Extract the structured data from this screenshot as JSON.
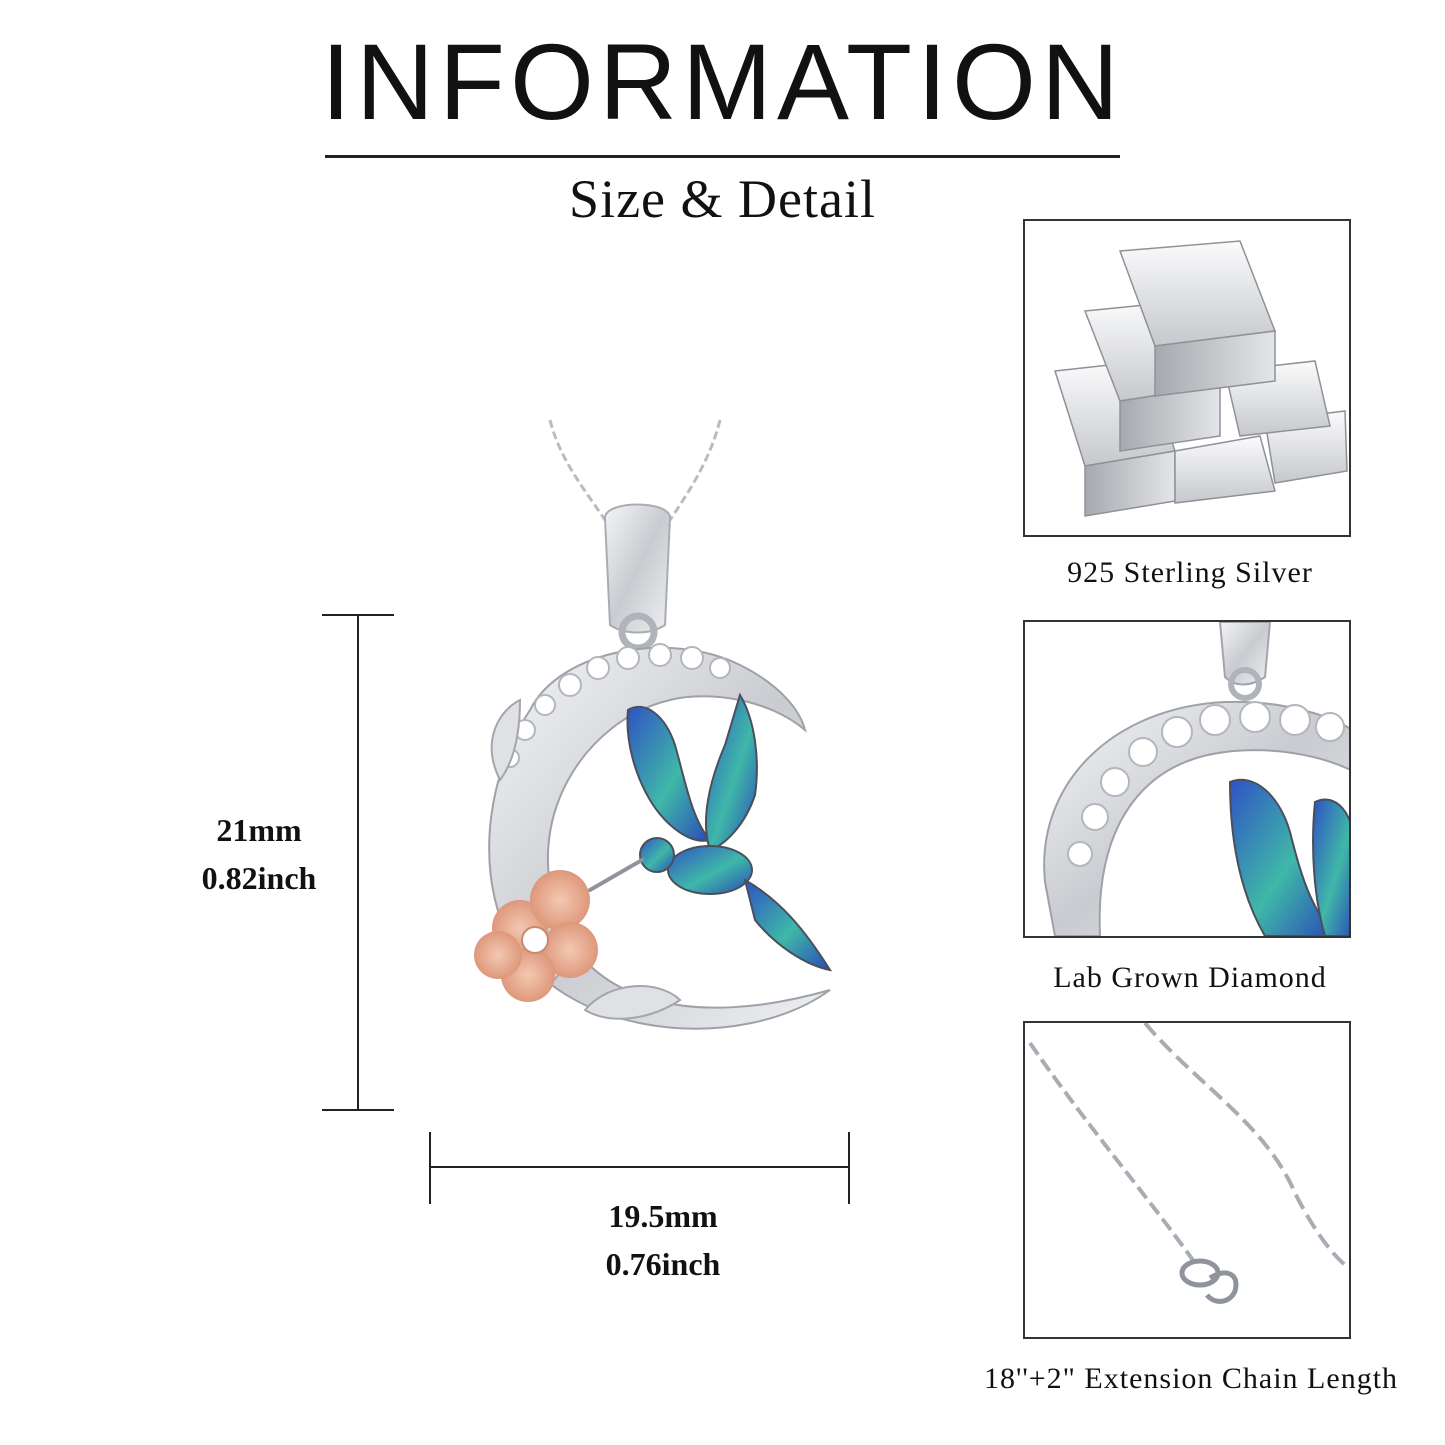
{
  "header": {
    "title": "INFORMATION",
    "subtitle": "Size & Detail"
  },
  "dimensions": {
    "height": {
      "mm": "21mm",
      "inch": "0.82inch"
    },
    "width": {
      "mm": "19.5mm",
      "inch": "0.76inch"
    }
  },
  "details": [
    {
      "caption": "925 Sterling Silver",
      "image": "silver-bars-image"
    },
    {
      "caption": "Lab Grown Diamond",
      "image": "pendant-closeup-image"
    },
    {
      "caption": "18''+2\" Extension Chain Length",
      "image": "chain-closeup-image"
    }
  ],
  "colors": {
    "silver": "#d8d9dc",
    "rose_gold": "#e6a98c",
    "enamel_blue": "#3a5fc8",
    "enamel_teal": "#3fb8a8",
    "text": "#111111"
  }
}
